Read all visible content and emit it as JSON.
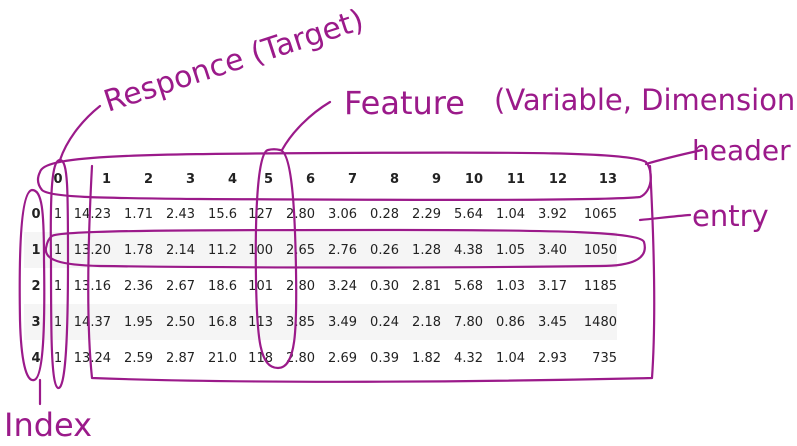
{
  "table": {
    "columns": [
      "0",
      "1",
      "2",
      "3",
      "4",
      "5",
      "6",
      "7",
      "8",
      "9",
      "10",
      "11",
      "12",
      "13"
    ],
    "rows": [
      {
        "index": "0",
        "cells": [
          "1",
          "14.23",
          "1.71",
          "2.43",
          "15.6",
          "127",
          "2.80",
          "3.06",
          "0.28",
          "2.29",
          "5.64",
          "1.04",
          "3.92",
          "1065"
        ]
      },
      {
        "index": "1",
        "cells": [
          "1",
          "13.20",
          "1.78",
          "2.14",
          "11.2",
          "100",
          "2.65",
          "2.76",
          "0.26",
          "1.28",
          "4.38",
          "1.05",
          "3.40",
          "1050"
        ]
      },
      {
        "index": "2",
        "cells": [
          "1",
          "13.16",
          "2.36",
          "2.67",
          "18.6",
          "101",
          "2.80",
          "3.24",
          "0.30",
          "2.81",
          "5.68",
          "1.03",
          "3.17",
          "1185"
        ]
      },
      {
        "index": "3",
        "cells": [
          "1",
          "14.37",
          "1.95",
          "2.50",
          "16.8",
          "113",
          "3.85",
          "3.49",
          "0.24",
          "2.18",
          "7.80",
          "0.86",
          "3.45",
          "1480"
        ]
      },
      {
        "index": "4",
        "cells": [
          "1",
          "13.24",
          "2.59",
          "2.87",
          "21.0",
          "118",
          "2.80",
          "2.69",
          "0.39",
          "1.82",
          "4.32",
          "1.04",
          "2.93",
          "735"
        ]
      }
    ]
  },
  "annotations": {
    "response": "Responce (Target)",
    "feature": "Feature",
    "feature_aside": "(Variable, Dimension)",
    "header": "header",
    "entry": "entry",
    "index": "Index"
  },
  "colors": {
    "ink": "#9b1a8a",
    "row_stripe": "#f5f5f5",
    "text": "#222222"
  }
}
